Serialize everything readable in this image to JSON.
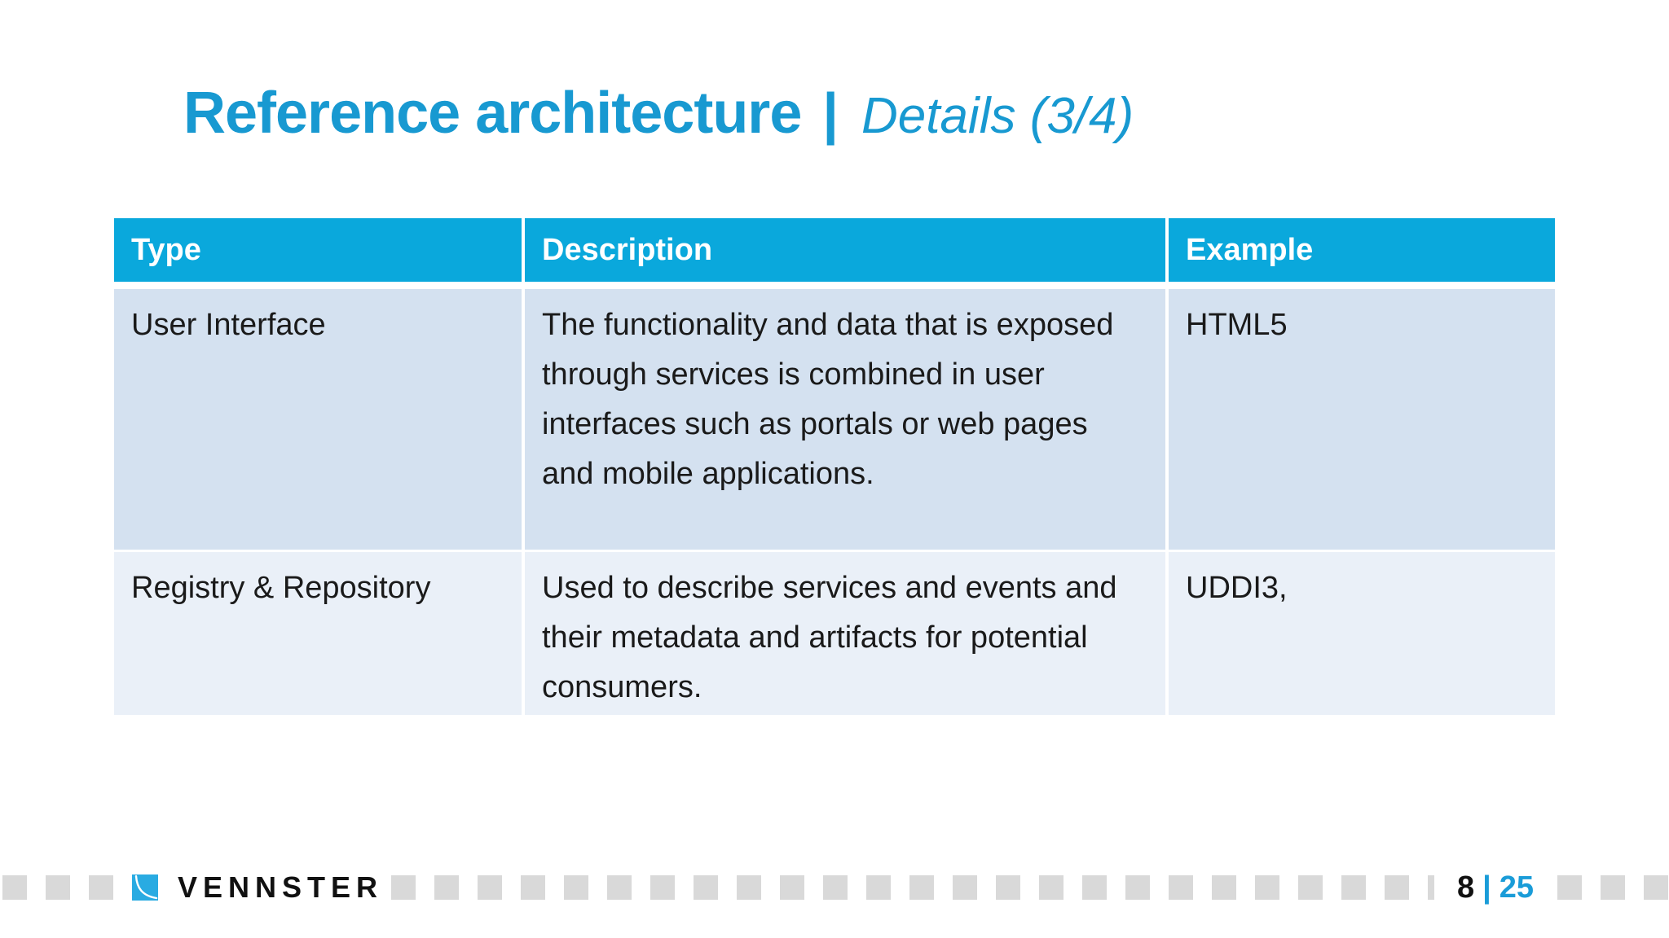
{
  "slide": {
    "title": "Reference architecture",
    "title_separator": "|",
    "subtitle": "Details (3/4)",
    "brand": "VENNSTER",
    "page_current": "8",
    "page_separator": "|",
    "page_total": "25"
  },
  "table": {
    "columns": [
      "Type",
      "Description",
      "Example"
    ],
    "rows": [
      {
        "type": "User Interface",
        "description": "The functionality and data that is exposed through services is combined in user interfaces such as portals or web pages and mobile applications.",
        "example": "HTML5"
      },
      {
        "type": "Registry & Repository",
        "description": "Used to describe services and events and their metadata and artifacts for potential consumers.",
        "example": "UDDI3,"
      }
    ]
  },
  "icons": {
    "logo": "vennster-logo-icon"
  },
  "colors": {
    "title_blue": "#1899D1",
    "header_blue": "#0AA8DC",
    "row_odd_bg": "#D4E1F0",
    "row_even_bg": "#EAF0F8",
    "footer_square": "#D9D9D9",
    "logo_blue": "#29ABE2",
    "page_blue": "#1A9CD8",
    "body_text": "#1A1A1A"
  }
}
